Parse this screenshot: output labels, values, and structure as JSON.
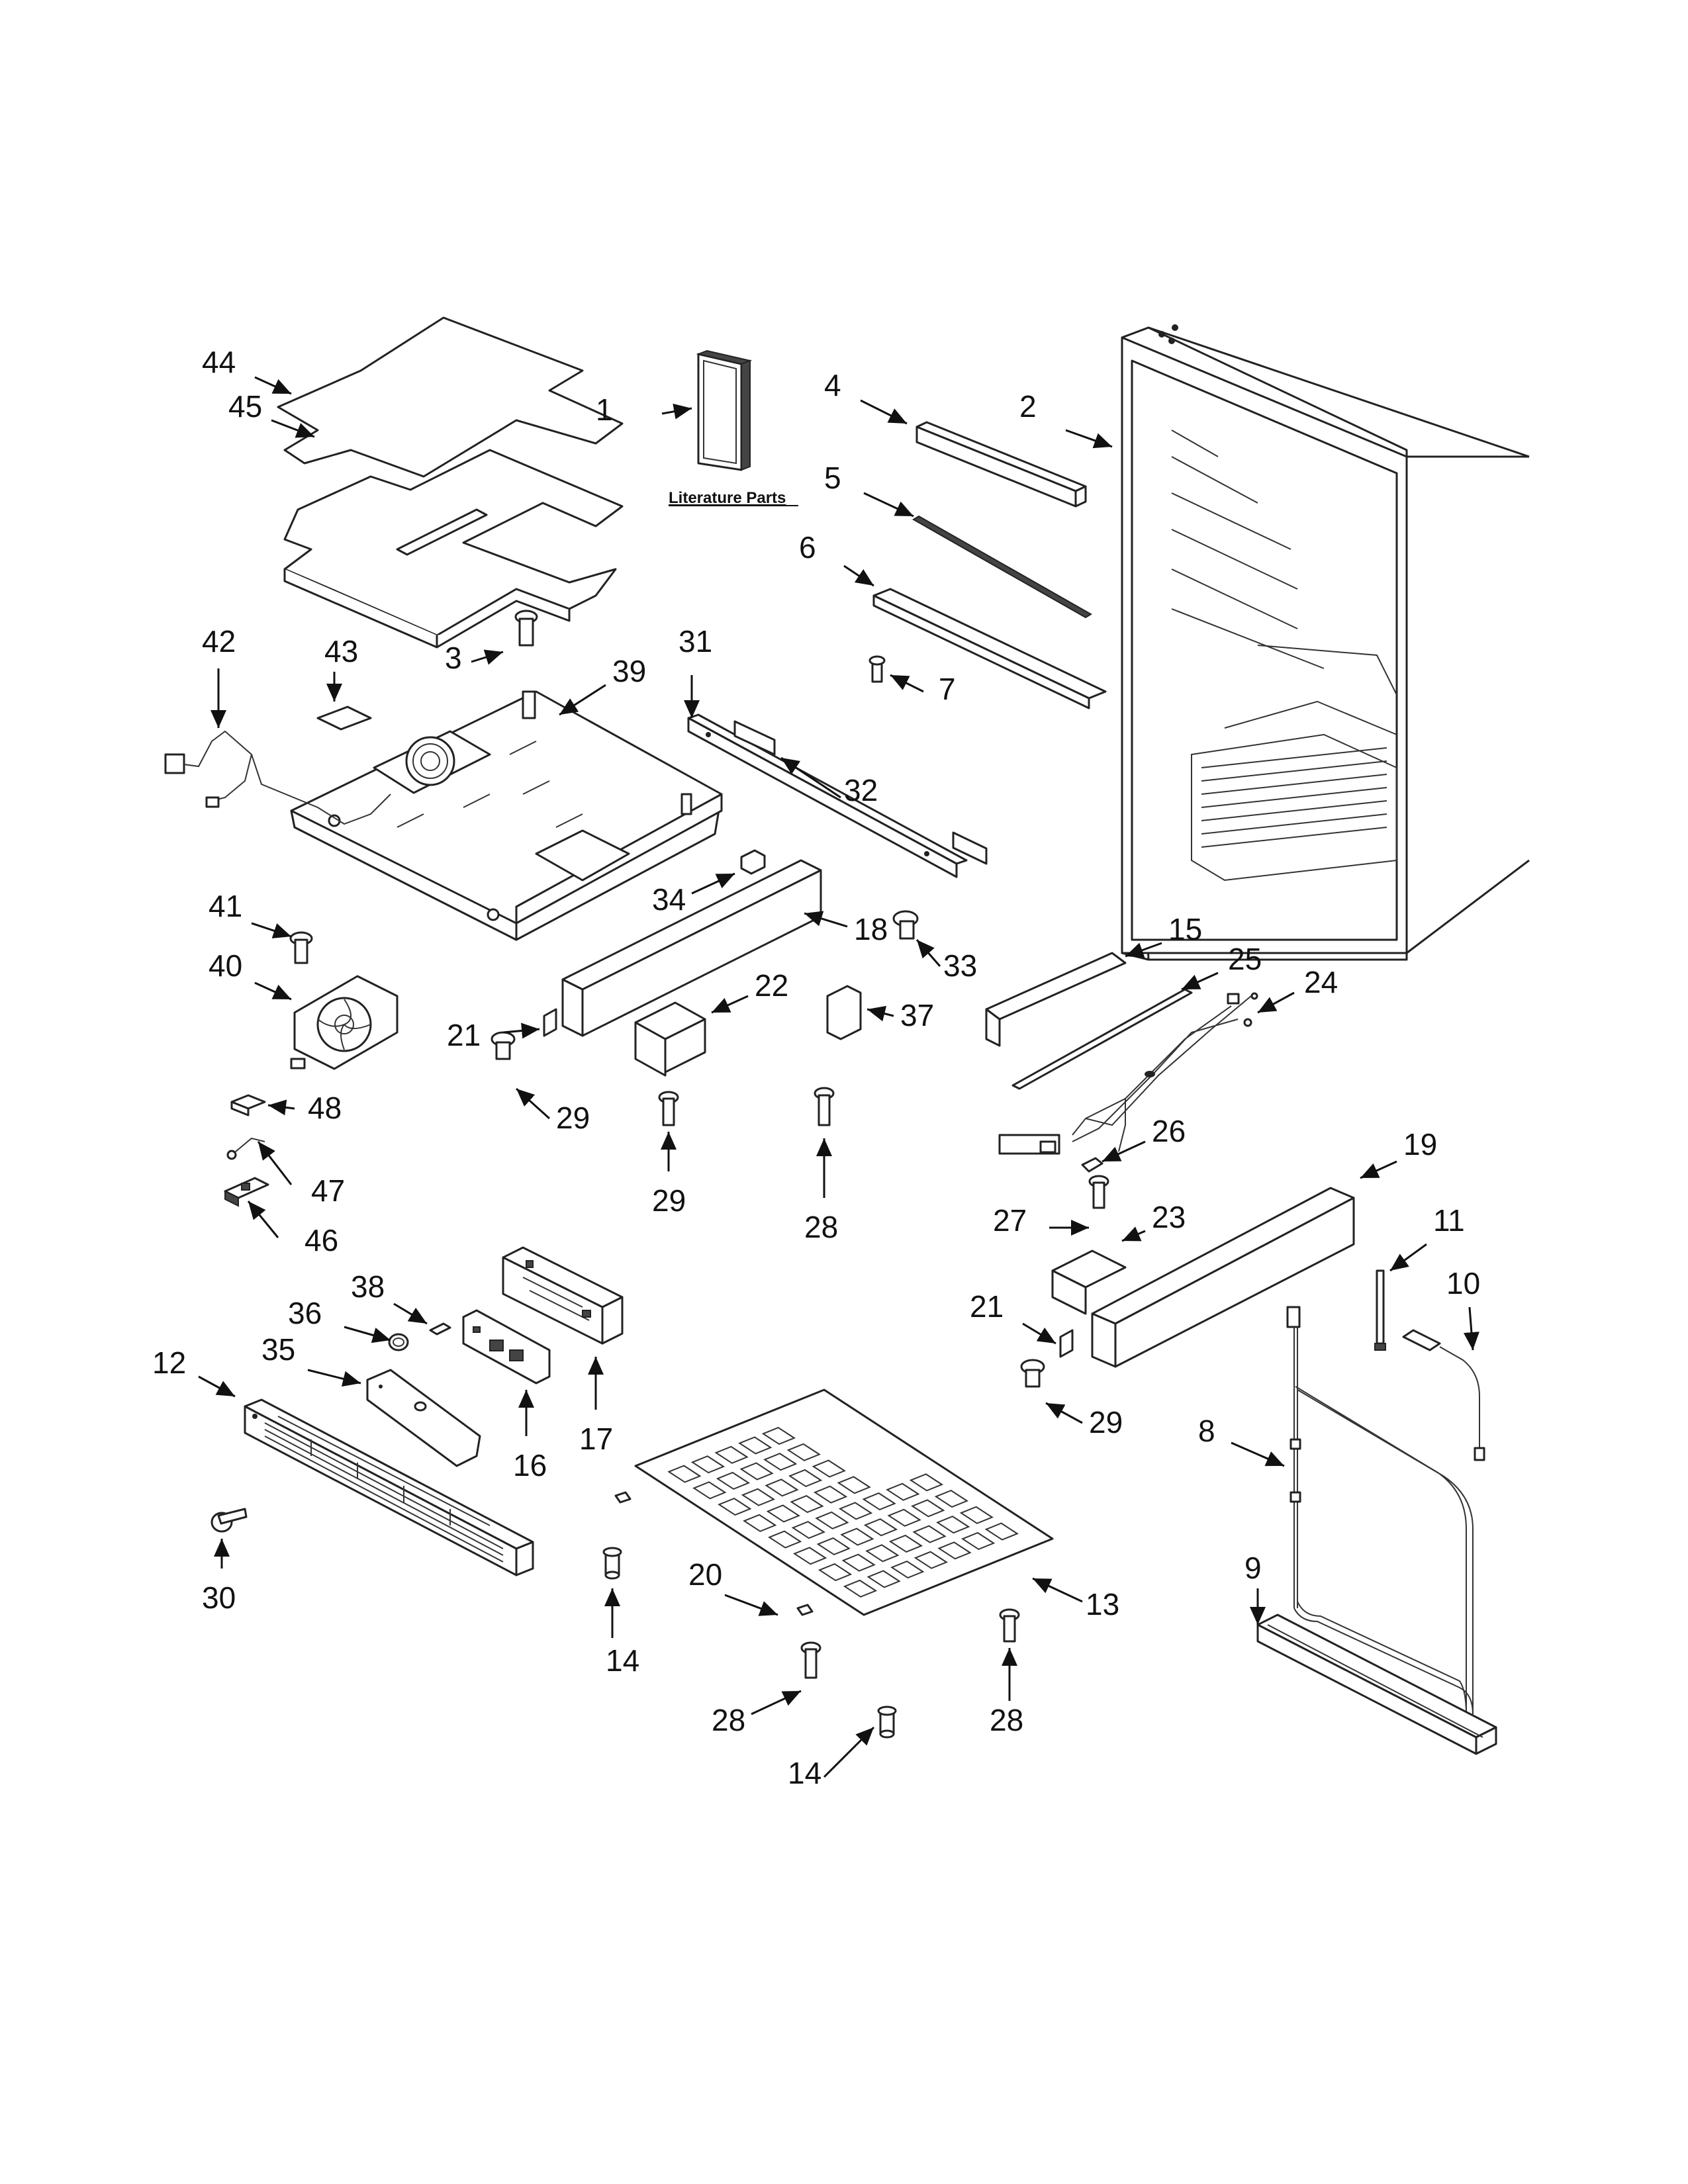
{
  "literature_label": "Literature Parts",
  "callouts": [
    {
      "id": "c1",
      "num": "1"
    },
    {
      "id": "c2",
      "num": "2"
    },
    {
      "id": "c3",
      "num": "3"
    },
    {
      "id": "c4",
      "num": "4"
    },
    {
      "id": "c5",
      "num": "5"
    },
    {
      "id": "c6",
      "num": "6"
    },
    {
      "id": "c7",
      "num": "7"
    },
    {
      "id": "c8",
      "num": "8"
    },
    {
      "id": "c9",
      "num": "9"
    },
    {
      "id": "c10",
      "num": "10"
    },
    {
      "id": "c11",
      "num": "11"
    },
    {
      "id": "c12",
      "num": "12"
    },
    {
      "id": "c13",
      "num": "13"
    },
    {
      "id": "c14a",
      "num": "14"
    },
    {
      "id": "c14b",
      "num": "14"
    },
    {
      "id": "c15",
      "num": "15"
    },
    {
      "id": "c16",
      "num": "16"
    },
    {
      "id": "c17",
      "num": "17"
    },
    {
      "id": "c18",
      "num": "18"
    },
    {
      "id": "c19",
      "num": "19"
    },
    {
      "id": "c20",
      "num": "20"
    },
    {
      "id": "c21a",
      "num": "21"
    },
    {
      "id": "c21b",
      "num": "21"
    },
    {
      "id": "c22",
      "num": "22"
    },
    {
      "id": "c23",
      "num": "23"
    },
    {
      "id": "c24",
      "num": "24"
    },
    {
      "id": "c25",
      "num": "25"
    },
    {
      "id": "c26",
      "num": "26"
    },
    {
      "id": "c27",
      "num": "27"
    },
    {
      "id": "c28a",
      "num": "28"
    },
    {
      "id": "c28b",
      "num": "28"
    },
    {
      "id": "c28c",
      "num": "28"
    },
    {
      "id": "c29a",
      "num": "29"
    },
    {
      "id": "c29b",
      "num": "29"
    },
    {
      "id": "c29c",
      "num": "29"
    },
    {
      "id": "c30",
      "num": "30"
    },
    {
      "id": "c31",
      "num": "31"
    },
    {
      "id": "c32",
      "num": "32"
    },
    {
      "id": "c33",
      "num": "33"
    },
    {
      "id": "c34",
      "num": "34"
    },
    {
      "id": "c35",
      "num": "35"
    },
    {
      "id": "c36",
      "num": "36"
    },
    {
      "id": "c37",
      "num": "37"
    },
    {
      "id": "c38",
      "num": "38"
    },
    {
      "id": "c39",
      "num": "39"
    },
    {
      "id": "c40",
      "num": "40"
    },
    {
      "id": "c41",
      "num": "41"
    },
    {
      "id": "c42",
      "num": "42"
    },
    {
      "id": "c43",
      "num": "43"
    },
    {
      "id": "c44",
      "num": "44"
    },
    {
      "id": "c45",
      "num": "45"
    },
    {
      "id": "c46",
      "num": "46"
    },
    {
      "id": "c47",
      "num": "47"
    },
    {
      "id": "c48",
      "num": "48"
    }
  ]
}
